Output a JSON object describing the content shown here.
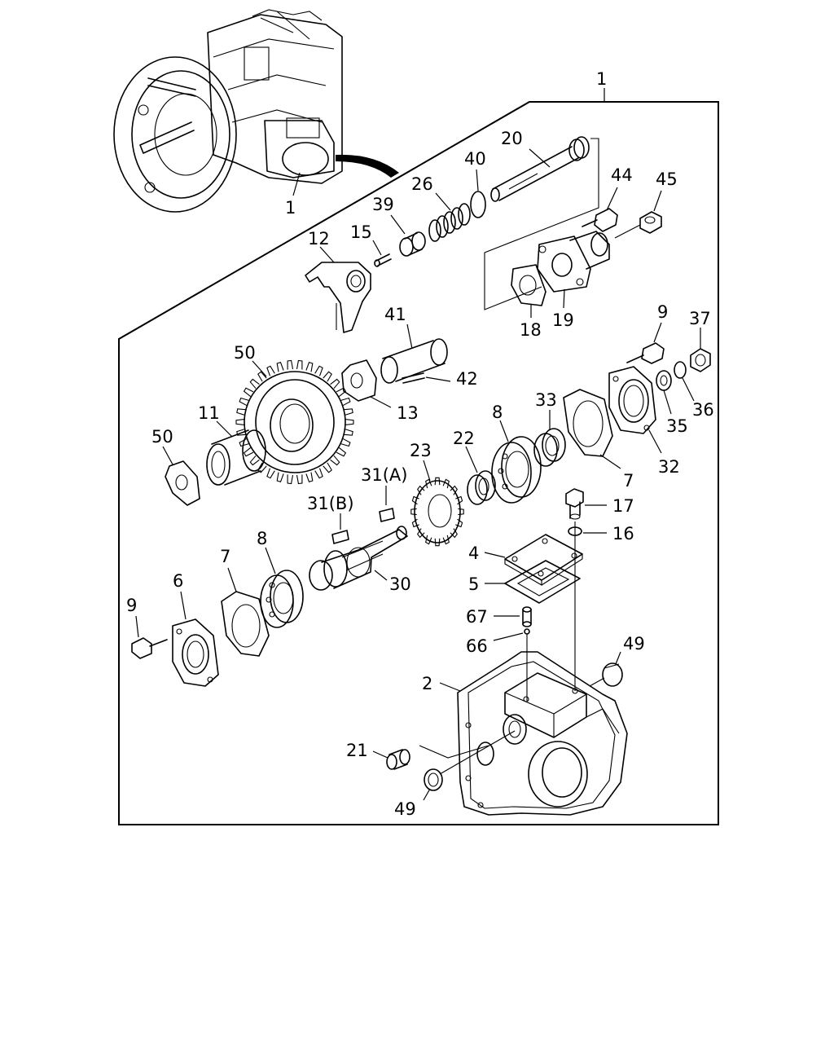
{
  "diagram": {
    "assembly_label": "1",
    "labels": [
      {
        "id": "transmission-ref",
        "text": "1"
      },
      {
        "id": "assembly",
        "text": "1"
      },
      {
        "id": "p20",
        "text": "20"
      },
      {
        "id": "p40",
        "text": "40"
      },
      {
        "id": "p26",
        "text": "26"
      },
      {
        "id": "p39",
        "text": "39"
      },
      {
        "id": "p44",
        "text": "44"
      },
      {
        "id": "p45",
        "text": "45"
      },
      {
        "id": "p18",
        "text": "18"
      },
      {
        "id": "p19",
        "text": "19"
      },
      {
        "id": "p12",
        "text": "12"
      },
      {
        "id": "p15",
        "text": "15"
      },
      {
        "id": "p41",
        "text": "41"
      },
      {
        "id": "p42",
        "text": "42"
      },
      {
        "id": "p13",
        "text": "13"
      },
      {
        "id": "p50a",
        "text": "50"
      },
      {
        "id": "p9a",
        "text": "9"
      },
      {
        "id": "p37",
        "text": "37"
      },
      {
        "id": "p11",
        "text": "11"
      },
      {
        "id": "p50b",
        "text": "50"
      },
      {
        "id": "p33",
        "text": "33"
      },
      {
        "id": "p8a",
        "text": "8"
      },
      {
        "id": "p22",
        "text": "22"
      },
      {
        "id": "p23",
        "text": "23"
      },
      {
        "id": "p36",
        "text": "36"
      },
      {
        "id": "p35",
        "text": "35"
      },
      {
        "id": "p7a",
        "text": "7"
      },
      {
        "id": "p32",
        "text": "32"
      },
      {
        "id": "p31a",
        "text": "31(A)"
      },
      {
        "id": "p31b",
        "text": "31(B)"
      },
      {
        "id": "p17",
        "text": "17"
      },
      {
        "id": "p16",
        "text": "16"
      },
      {
        "id": "p8b",
        "text": "8"
      },
      {
        "id": "p7b",
        "text": "7"
      },
      {
        "id": "p4",
        "text": "4"
      },
      {
        "id": "p6",
        "text": "6"
      },
      {
        "id": "p30",
        "text": "30"
      },
      {
        "id": "p5",
        "text": "5"
      },
      {
        "id": "p9b",
        "text": "9"
      },
      {
        "id": "p67",
        "text": "67"
      },
      {
        "id": "p66",
        "text": "66"
      },
      {
        "id": "p49a",
        "text": "49"
      },
      {
        "id": "p2",
        "text": "2"
      },
      {
        "id": "p21",
        "text": "21"
      },
      {
        "id": "p49b",
        "text": "49"
      }
    ]
  }
}
